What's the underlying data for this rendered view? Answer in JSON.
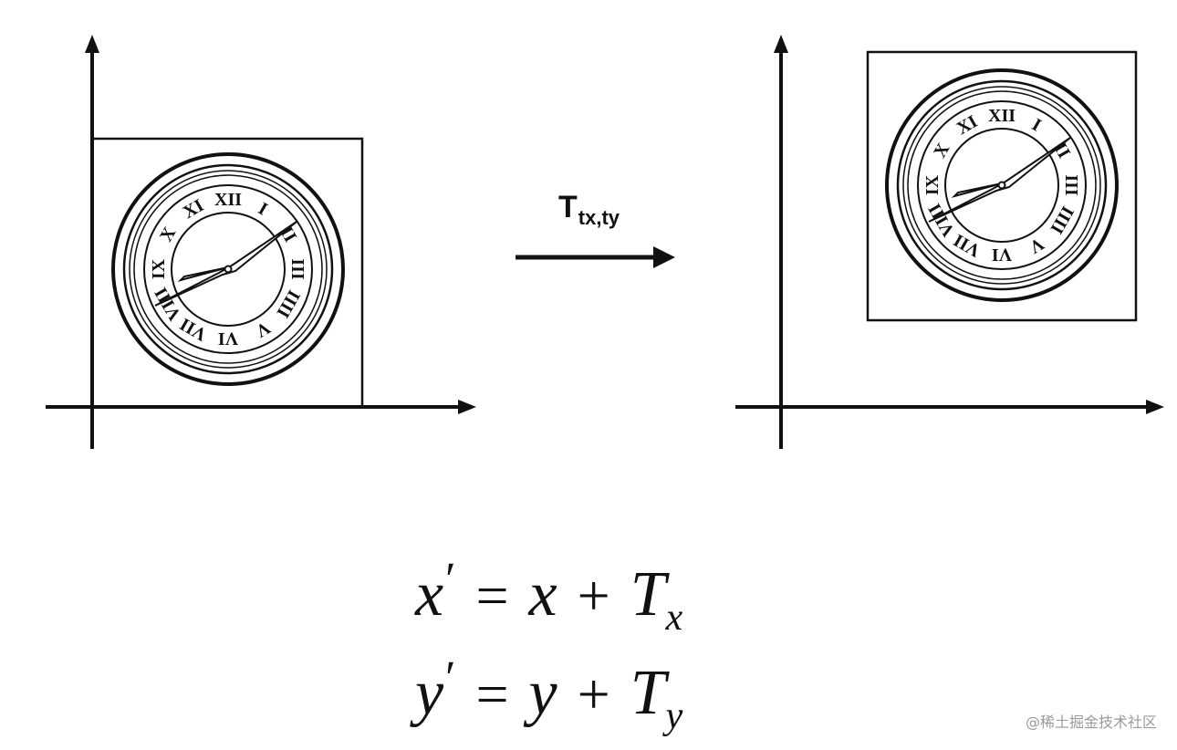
{
  "transform_label": {
    "main": "T",
    "sub": "tx,ty"
  },
  "equations": [
    {
      "lhs": "x",
      "prime": "′",
      "eq": "=",
      "rhs": "x",
      "plus": "+",
      "T": "T",
      "sub": "x"
    },
    {
      "lhs": "y",
      "prime": "′",
      "eq": "=",
      "rhs": "y",
      "plus": "+",
      "T": "T",
      "sub": "y"
    }
  ],
  "clock": {
    "numerals": [
      "XII",
      "I",
      "II",
      "III",
      "IIII",
      "V",
      "VI",
      "VII",
      "VIII",
      "IX",
      "X",
      "XI"
    ],
    "description_icon": "clock-icon"
  },
  "watermark": "@稀土掘金技术社区"
}
